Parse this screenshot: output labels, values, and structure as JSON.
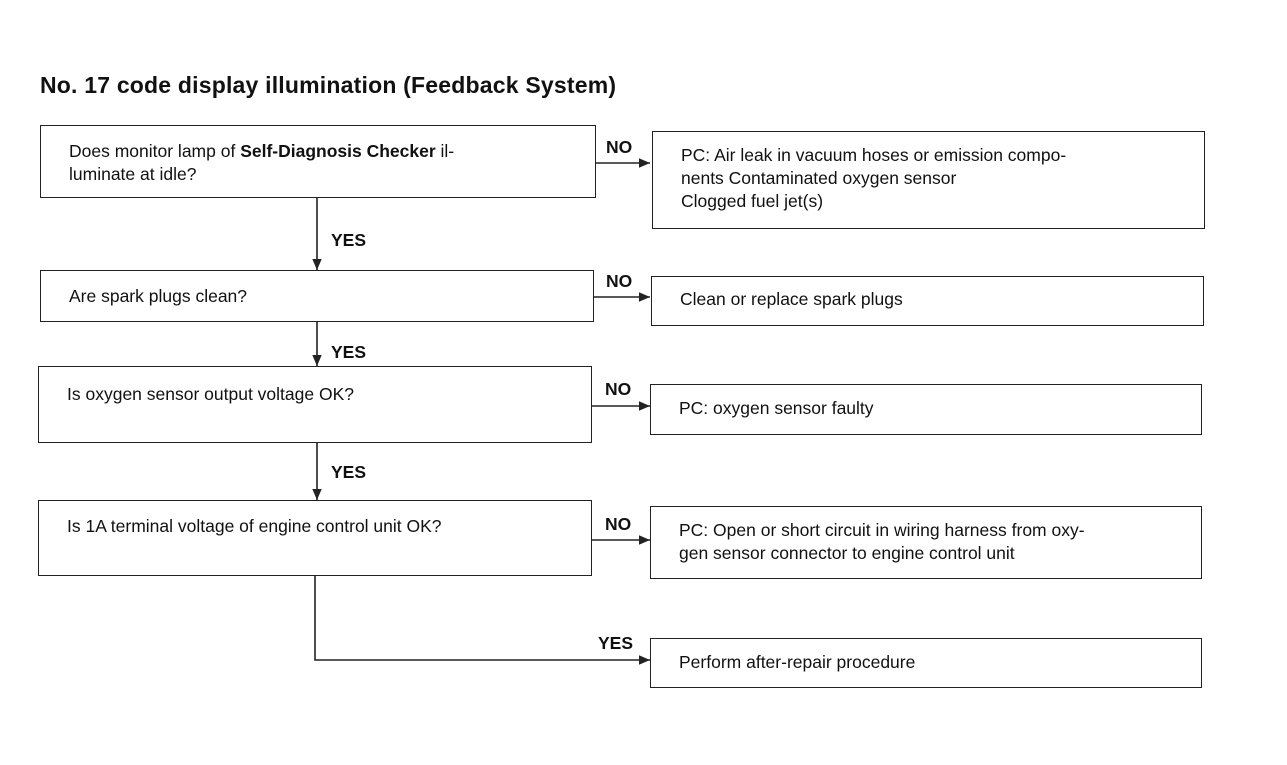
{
  "title": "No. 17 code display illumination (Feedback System)",
  "labels": {
    "yes": "YES",
    "no": "NO"
  },
  "questions": [
    {
      "pre": "Does monitor lamp of ",
      "bold": "Self-Diagnosis Checker",
      "post": " il-",
      "line2": "luminate at idle?"
    },
    {
      "text": "Are spark plugs clean?"
    },
    {
      "text": "Is oxygen sensor output voltage OK?"
    },
    {
      "text": "Is 1A terminal voltage of engine control unit OK?"
    }
  ],
  "results": [
    {
      "line1": "PC: Air leak in vacuum hoses or emission compo-",
      "line2": "nents Contaminated oxygen sensor",
      "line3": "Clogged fuel jet(s)"
    },
    {
      "line1": "Clean or replace spark plugs"
    },
    {
      "line1": "PC: oxygen sensor faulty"
    },
    {
      "line1": "PC: Open or short circuit in wiring harness from oxy-",
      "line2": "gen sensor connector to engine control unit"
    },
    {
      "line1": "Perform after-repair procedure"
    }
  ]
}
